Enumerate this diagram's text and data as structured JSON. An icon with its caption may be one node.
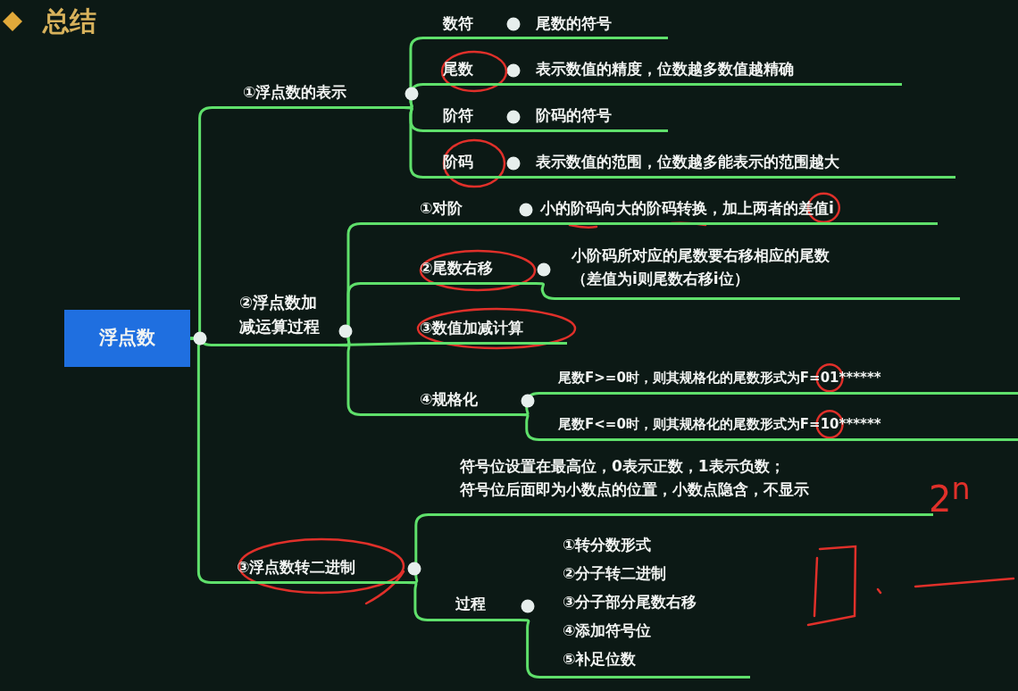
{
  "diagram": {
    "title": "总结",
    "nodes": [
      {
        "text": [
          "浮点数"
        ]
      },
      {
        "text": [
          "①浮点数的表示"
        ]
      },
      {
        "text": [
          "数符"
        ]
      },
      {
        "text": [
          "尾数的符号"
        ]
      },
      {
        "text": [
          "尾数"
        ]
      },
      {
        "text": [
          "表示数值的精度，位数越多数值越精确"
        ]
      },
      {
        "text": [
          "阶符"
        ]
      },
      {
        "text": [
          "阶码的符号"
        ]
      },
      {
        "text": [
          "阶码"
        ]
      },
      {
        "text": [
          "表示数值的范围，位数越多能表示的范围越大"
        ]
      },
      {
        "text": [
          "②浮点数加减运算过程"
        ]
      },
      {
        "text": [
          "①对阶"
        ]
      },
      {
        "text": [
          "小的阶码向大的阶码转换，加上两者的差值i"
        ]
      },
      {
        "text": [
          "②尾数右移"
        ]
      },
      {
        "text": [
          "小阶码所对应的尾数要右移相应的尾数（差值为i则尾数右移i位）"
        ]
      },
      {
        "text": [
          "③数值加减计算"
        ]
      },
      {
        "text": [
          "④规格化"
        ]
      },
      {
        "text": [
          "尾数F>=0时，则其规格化的尾数形式为F=01******"
        ]
      },
      {
        "text": [
          "尾数F<=0时，则其规格化的尾数形式为F=10******"
        ]
      },
      {
        "text": [
          "③浮点数转二进制"
        ]
      },
      {
        "text": [
          "符号位设置在最高位，0表示正数，1表示负数；符号位后面即为小数点的位置，小数点隐含，不显示"
        ]
      },
      {
        "text": [
          "过程"
        ]
      },
      {
        "text": [
          "①转分数形式",
          "②分子转二进制",
          "③分子部分尾数右移",
          "④添加符号位",
          "⑤补足位数"
        ]
      }
    ],
    "edges": [
      {
        "from": 0,
        "to": 1,
        "arrow": "none"
      },
      {
        "from": 1,
        "to": 2,
        "arrow": "none"
      },
      {
        "from": 2,
        "to": 3,
        "arrow": "none"
      },
      {
        "from": 1,
        "to": 4,
        "arrow": "none"
      },
      {
        "from": 4,
        "to": 5,
        "arrow": "none"
      },
      {
        "from": 1,
        "to": 6,
        "arrow": "none"
      },
      {
        "from": 6,
        "to": 7,
        "arrow": "none"
      },
      {
        "from": 1,
        "to": 8,
        "arrow": "none"
      },
      {
        "from": 8,
        "to": 9,
        "arrow": "none"
      },
      {
        "from": 0,
        "to": 10,
        "arrow": "none"
      },
      {
        "from": 10,
        "to": 11,
        "arrow": "none"
      },
      {
        "from": 11,
        "to": 12,
        "arrow": "none"
      },
      {
        "from": 10,
        "to": 13,
        "arrow": "none"
      },
      {
        "from": 13,
        "to": 14,
        "arrow": "none"
      },
      {
        "from": 10,
        "to": 15,
        "arrow": "none"
      },
      {
        "from": 10,
        "to": 16,
        "arrow": "none"
      },
      {
        "from": 16,
        "to": 17,
        "arrow": "none"
      },
      {
        "from": 16,
        "to": 18,
        "arrow": "none"
      },
      {
        "from": 0,
        "to": 19,
        "arrow": "none"
      },
      {
        "from": 19,
        "to": 20,
        "arrow": "none"
      },
      {
        "from": 19,
        "to": 21,
        "arrow": "none"
      },
      {
        "from": 21,
        "to": 22,
        "arrow": "none"
      }
    ],
    "labels": [
      "2$^{n}$"
    ]
  }
}
